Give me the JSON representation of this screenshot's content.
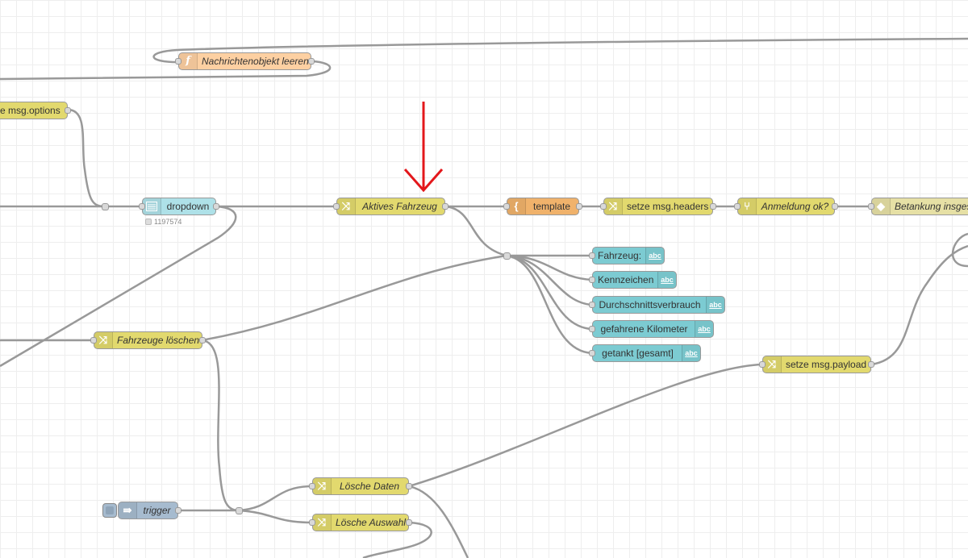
{
  "nodes": {
    "clear_msg": "Nachrichtenobjekt leeren",
    "set_options": "e msg.options",
    "dropdown": "dropdown",
    "dropdown_status": "1197574",
    "active_vehicle": "Aktives Fahrzeug",
    "template": "template",
    "set_headers": "setze msg.headers",
    "login_ok": "Anmeldung ok?",
    "refuel_total": "Betankung insgesa",
    "text_vehicle": "Fahrzeug:",
    "text_plate": "Kennzeichen",
    "text_consumption": "Durchschnittsverbrauch",
    "text_km": "gefahrene Kilometer",
    "text_refueled": "getankt [gesamt]",
    "delete_vehicles": "Fahrzeuge löschen",
    "set_payload": "setze msg.payload",
    "delete_data": "Lösche Daten",
    "delete_selection": "Lösche Auswahl",
    "trigger": "trigger"
  },
  "badge_abc": "abc",
  "icons": {
    "function": "f",
    "template": "{",
    "change": "change-shuffle-icon",
    "switch": "switch-icon",
    "dropdown": "list-icon",
    "inject": "arrow-right-icon",
    "link": "diamond-icon",
    "annotation": "red-arrow-down"
  },
  "colors": {
    "change": "#e2d96e",
    "function": "#fdd0a2",
    "dashboard_input": "#aee1e8",
    "dashboard_text": "#7ccbd2",
    "template": "#f0b26b",
    "inject": "#a6bbcf",
    "wire": "#999999",
    "annotation": "#e3171b"
  }
}
